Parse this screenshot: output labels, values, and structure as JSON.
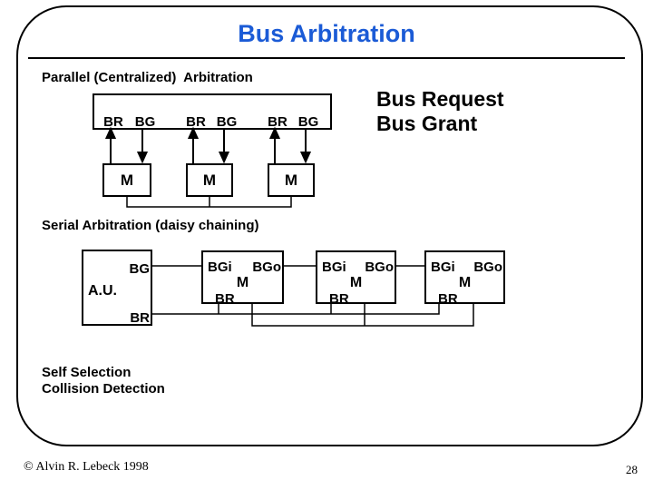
{
  "slide": {
    "title": "Bus Arbitration",
    "copyright": "© Alvin R. Lebeck 1998",
    "page_number": "28"
  },
  "colors": {
    "title": "#1b5bd6",
    "text": "#000000",
    "lines": "#000000",
    "background": "#ffffff"
  },
  "parallel": {
    "heading": "Parallel (Centralized)  Arbitration",
    "note": {
      "line1": "Bus Request",
      "line2": "Bus Grant"
    },
    "arbiter_pins": [
      {
        "request": "BR",
        "grant": "BG"
      },
      {
        "request": "BR",
        "grant": "BG"
      },
      {
        "request": "BR",
        "grant": "BG"
      }
    ],
    "modules": [
      {
        "name": "M"
      },
      {
        "name": "M"
      },
      {
        "name": "M"
      }
    ]
  },
  "serial": {
    "heading": "Serial Arbitration (daisy chaining)",
    "arbiter": {
      "name": "A.U.",
      "grant_pin": "BG",
      "request_pin": "BR"
    },
    "modules": [
      {
        "grant_in": "BGi",
        "grant_out": "BGo",
        "name": "M",
        "request_pin": "BR"
      },
      {
        "grant_in": "BGi",
        "grant_out": "BGo",
        "name": "M",
        "request_pin": "BR"
      },
      {
        "grant_in": "BGi",
        "grant_out": "BGo",
        "name": "M",
        "request_pin": "BR"
      }
    ]
  },
  "notes": {
    "line1": "Self Selection",
    "line2": "Collision Detection"
  }
}
